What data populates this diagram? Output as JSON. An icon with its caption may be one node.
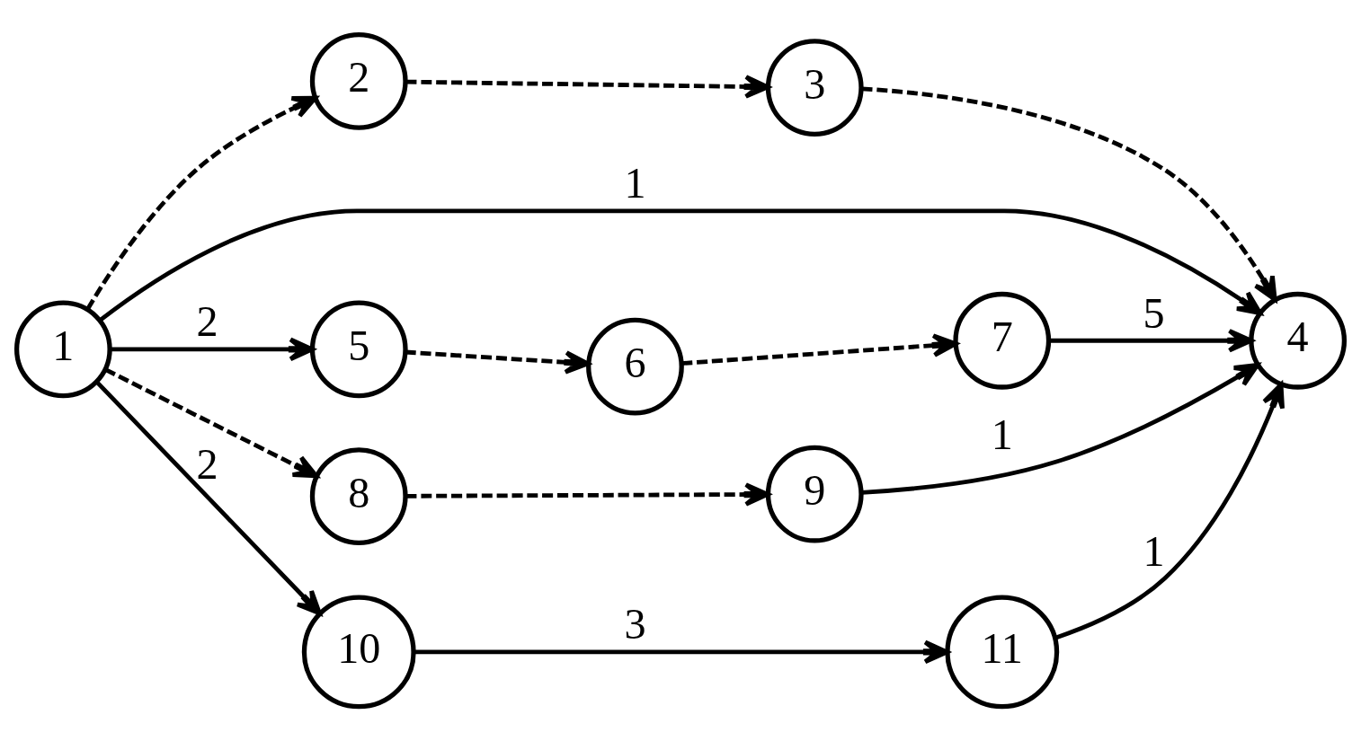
{
  "diagram": {
    "nodes": [
      {
        "text": [
          "1"
        ]
      },
      {
        "text": [
          "2"
        ]
      },
      {
        "text": [
          "3"
        ]
      },
      {
        "text": [
          "4"
        ]
      },
      {
        "text": [
          "5"
        ]
      },
      {
        "text": [
          "6"
        ]
      },
      {
        "text": [
          "7"
        ]
      },
      {
        "text": [
          "8"
        ]
      },
      {
        "text": [
          "9"
        ]
      },
      {
        "text": [
          "10"
        ]
      },
      {
        "text": [
          "11"
        ]
      }
    ],
    "edges": [
      {
        "from": 0,
        "to": 1,
        "arrow": "to",
        "style": "dashed"
      },
      {
        "from": 1,
        "to": 2,
        "arrow": "to",
        "style": "dashed"
      },
      {
        "from": 2,
        "to": 3,
        "arrow": "to",
        "style": "dashed"
      },
      {
        "from": 0,
        "to": 4,
        "arrow": "to",
        "label": "2"
      },
      {
        "from": 4,
        "to": 5,
        "arrow": "to",
        "style": "dashed"
      },
      {
        "from": 5,
        "to": 6,
        "arrow": "to",
        "style": "dashed"
      },
      {
        "from": 6,
        "to": 3,
        "arrow": "to",
        "label": "5"
      },
      {
        "from": 0,
        "to": 3,
        "arrow": "to",
        "label": "1"
      },
      {
        "from": 0,
        "to": 7,
        "arrow": "to",
        "style": "dashed"
      },
      {
        "from": 7,
        "to": 8,
        "arrow": "to",
        "style": "dashed"
      },
      {
        "from": 8,
        "to": 3,
        "arrow": "to",
        "label": "1"
      },
      {
        "from": 0,
        "to": 9,
        "arrow": "to",
        "label": "2"
      },
      {
        "from": 9,
        "to": 10,
        "arrow": "to",
        "label": "3"
      },
      {
        "from": 10,
        "to": 3,
        "arrow": "to",
        "label": "1"
      }
    ]
  }
}
